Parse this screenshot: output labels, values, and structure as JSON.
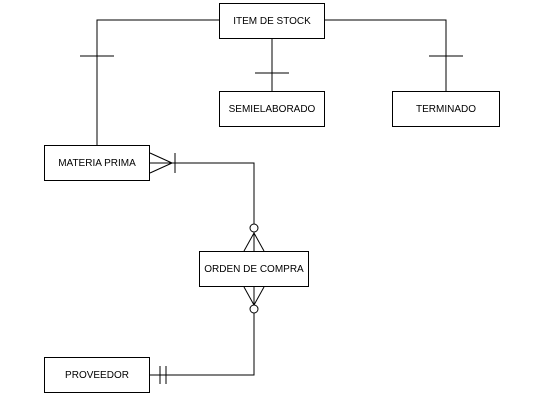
{
  "diagram": {
    "type": "entity-relationship",
    "entities": {
      "item_stock": "ITEM DE STOCK",
      "semielaborado": "SEMIELABORADO",
      "terminado": "TERMINADO",
      "materia_prima": "MATERIA PRIMA",
      "orden_compra": "ORDEN DE COMPRA",
      "proveedor": "PROVEEDOR"
    },
    "relationships": [
      {
        "from": "ITEM DE STOCK",
        "to": "MATERIA PRIMA",
        "from_end": "none",
        "to_end": "one"
      },
      {
        "from": "ITEM DE STOCK",
        "to": "SEMIELABORADO",
        "from_end": "none",
        "to_end": "one"
      },
      {
        "from": "ITEM DE STOCK",
        "to": "TERMINADO",
        "from_end": "none",
        "to_end": "one"
      },
      {
        "from": "MATERIA PRIMA",
        "to": "ORDEN DE COMPRA",
        "from_end": "many-one",
        "to_end": "many-zero"
      },
      {
        "from": "ORDEN DE COMPRA",
        "to": "PROVEEDOR",
        "from_end": "many-zero",
        "to_end": "exactly-one"
      }
    ]
  }
}
